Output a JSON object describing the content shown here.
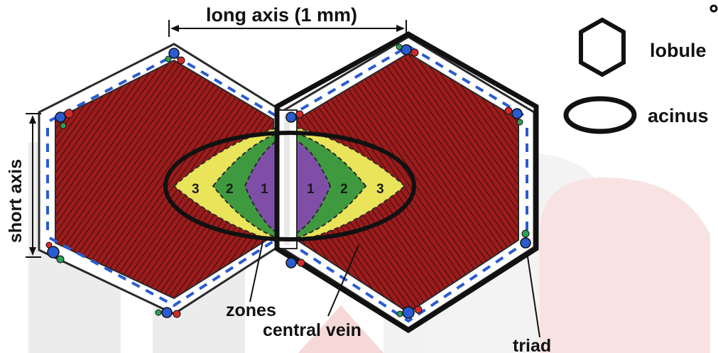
{
  "diagram": {
    "labels": {
      "long_axis": "long axis (1 mm)",
      "short_axis": "short axis",
      "zones": "zones",
      "central_vein": "central vein",
      "triad": "triad"
    },
    "legend": [
      {
        "shape": "hexagon",
        "label": "lobule"
      },
      {
        "shape": "ellipse",
        "label": "acinus"
      }
    ],
    "zone_numbers_left": [
      "3",
      "2",
      "1"
    ],
    "zone_numbers_right": [
      "1",
      "2",
      "3"
    ],
    "colors": {
      "parenchyma": "#9a1c1c",
      "parenchyma_stripes": "#3a0909",
      "zone1": "#7f4fa8",
      "zone2": "#3f9a3f",
      "zone3": "#e9e45a",
      "triad_blue": "#2a5bd0",
      "triad_red": "#d12a2a",
      "triad_green": "#2f9e5a",
      "outline": "#111111",
      "watermark_gray": "#e9e9e9",
      "watermark_red": "#f6dada"
    }
  }
}
